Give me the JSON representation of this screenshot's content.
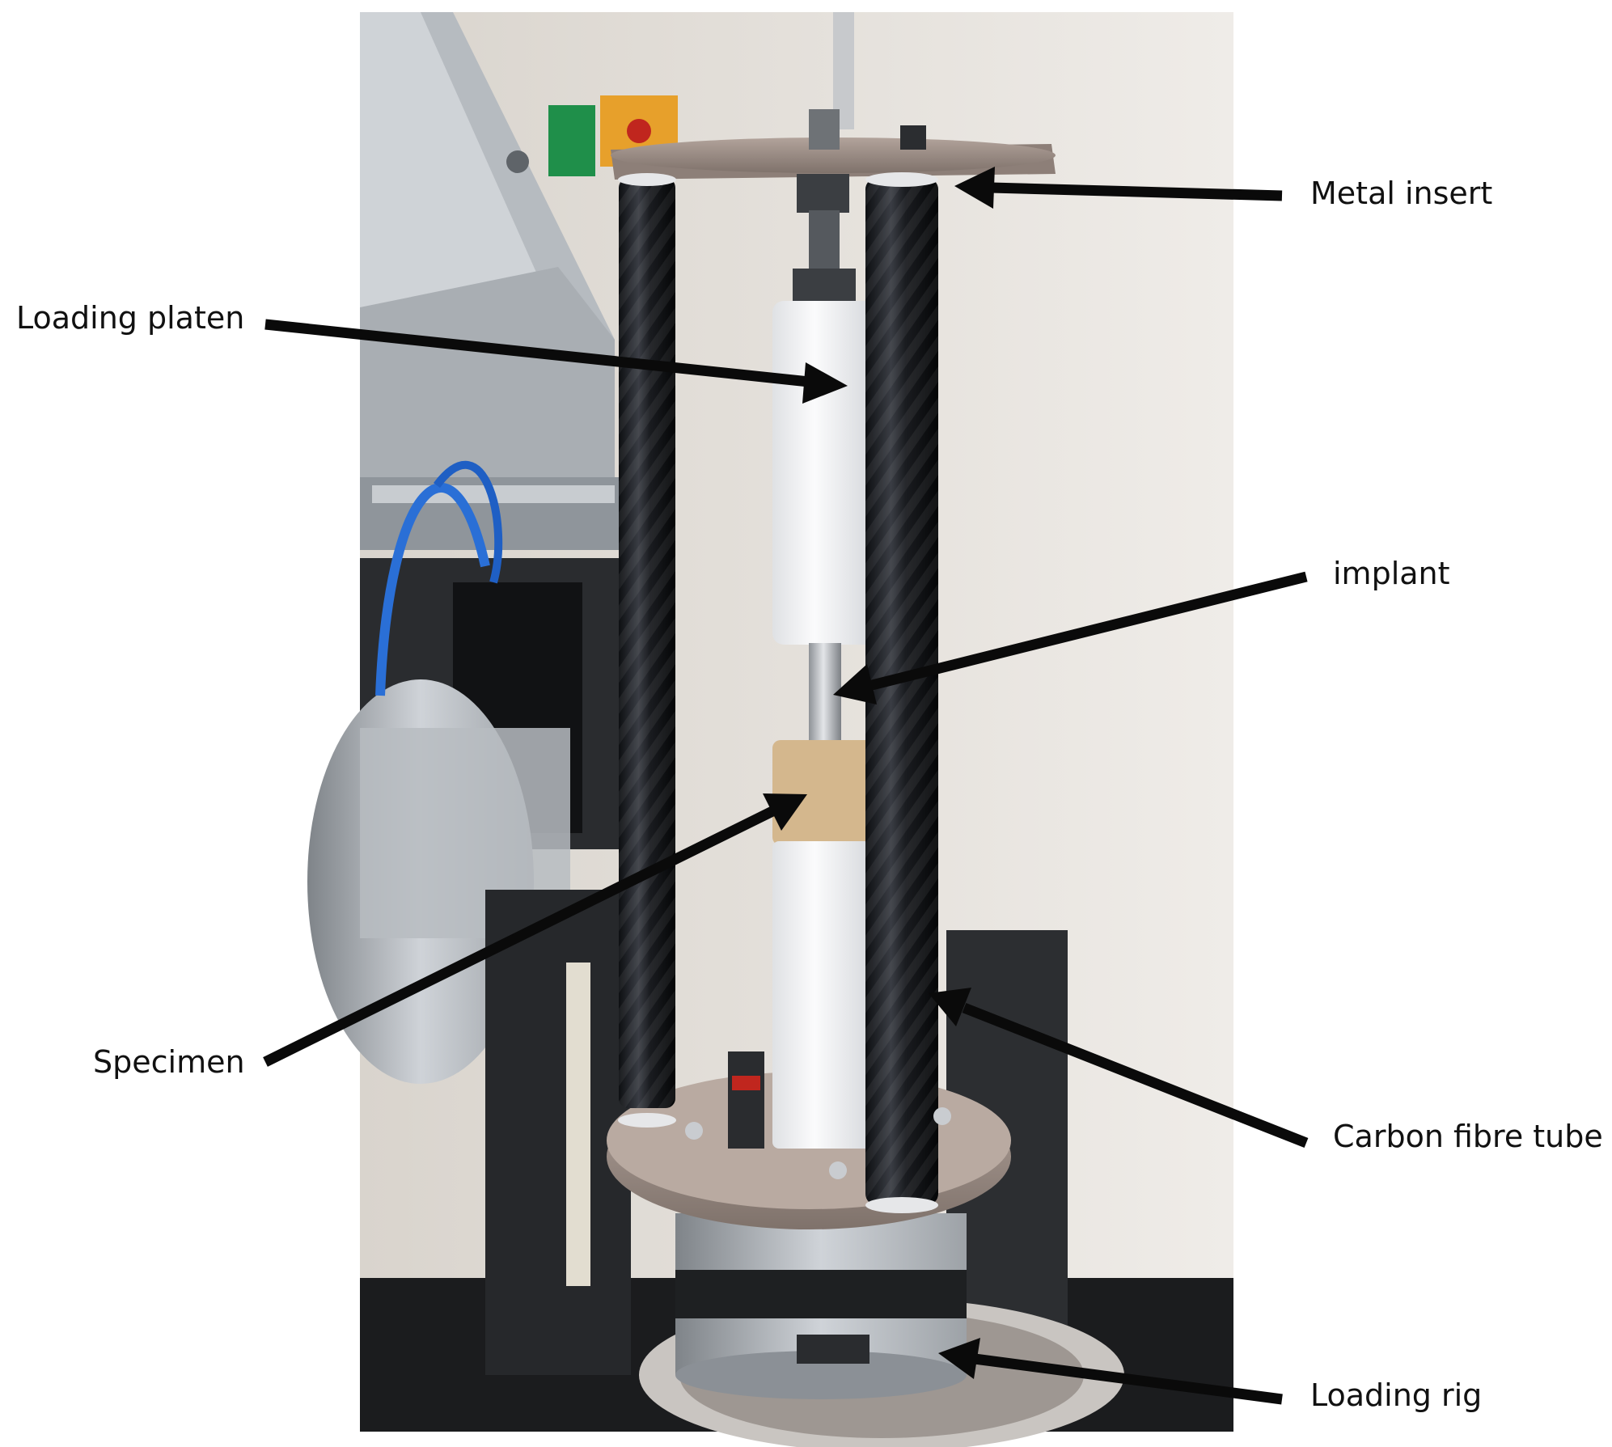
{
  "figure": {
    "labels": {
      "metal_insert": "Metal insert",
      "loading_platen": "Loading platen",
      "implant": "implant",
      "specimen": "Specimen",
      "carbon_fibre_tube": "Carbon fibre tube",
      "loading_rig": "Loading rig"
    },
    "colors": {
      "background": "#ffffff",
      "wall": "#e6e2dc",
      "carbon": "#1c1e22",
      "platen": "#f2f3f4",
      "foam": "#d4b78d",
      "plate": "#9c8c84",
      "metal": "#b9bcc0",
      "arrow": "#0a0a0a",
      "cable": "#2a6fd6"
    }
  }
}
